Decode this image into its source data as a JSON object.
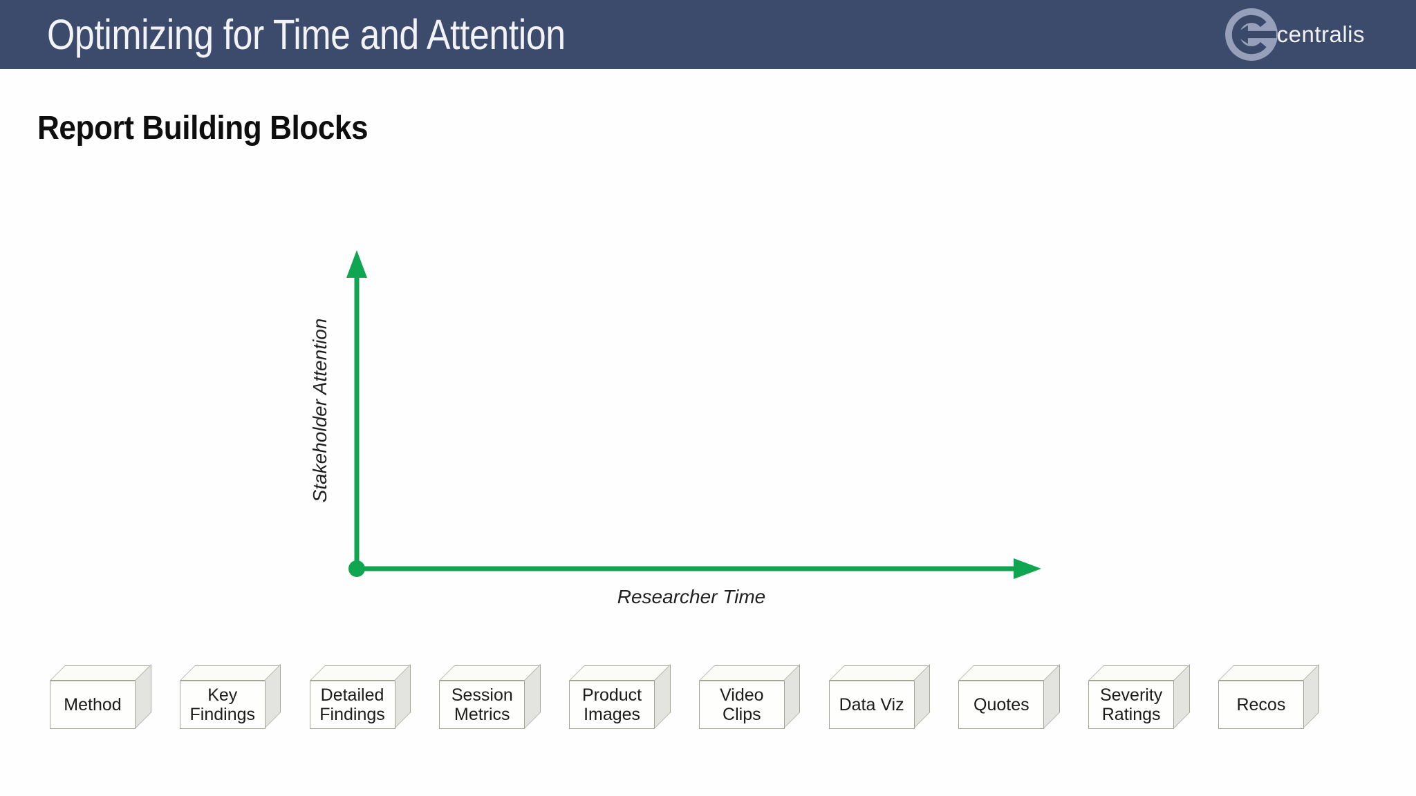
{
  "header": {
    "title": "Optimizing for Time and Attention",
    "logo_text": "centralis",
    "logo_icon": "circled-left-arrow",
    "bg_color": "#3C4A6B"
  },
  "page": {
    "heading": "Report Building Blocks"
  },
  "chart_data": {
    "type": "scatter",
    "title": "",
    "xlabel": "Researcher Time",
    "ylabel": "Stakeholder Attention",
    "series": [],
    "axis_color": "#10A550",
    "grid": false,
    "legend": false
  },
  "blocks": [
    "Method",
    "Key\nFindings",
    "Detailed\nFindings",
    "Session\nMetrics",
    "Product\nImages",
    "Video\nClips",
    "Data Viz",
    "Quotes",
    "Severity\nRatings",
    "Recos"
  ]
}
